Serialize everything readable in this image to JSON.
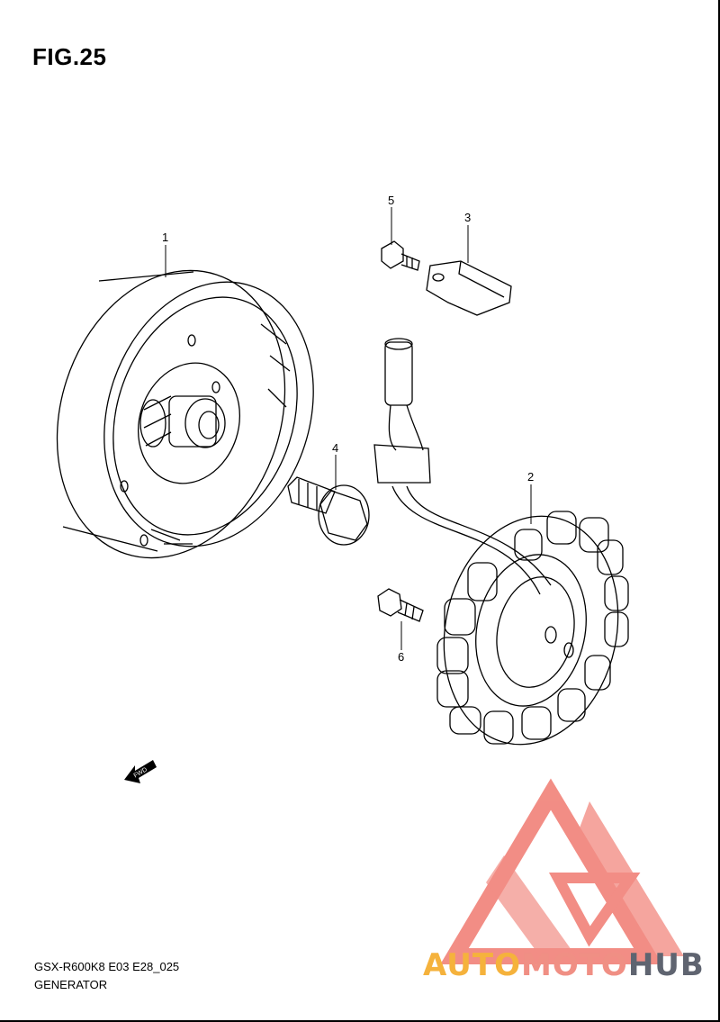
{
  "figure": {
    "title": "FIG.25"
  },
  "callouts": [
    {
      "id": "1"
    },
    {
      "id": "2"
    },
    {
      "id": "3"
    },
    {
      "id": "4"
    },
    {
      "id": "5"
    },
    {
      "id": "6"
    }
  ],
  "fwd_label": "FWD",
  "footer": {
    "model_code": "GSX-R600K8 E03 E28_025",
    "section_name": "GENERATOR"
  },
  "watermark": {
    "part1": "AUTO",
    "part2": "MOTO",
    "part3": "HUB",
    "colors": {
      "auto": "#f5b23c",
      "moto": "#f08f84",
      "hub": "#5f6470",
      "logo": "#f07a70"
    }
  }
}
